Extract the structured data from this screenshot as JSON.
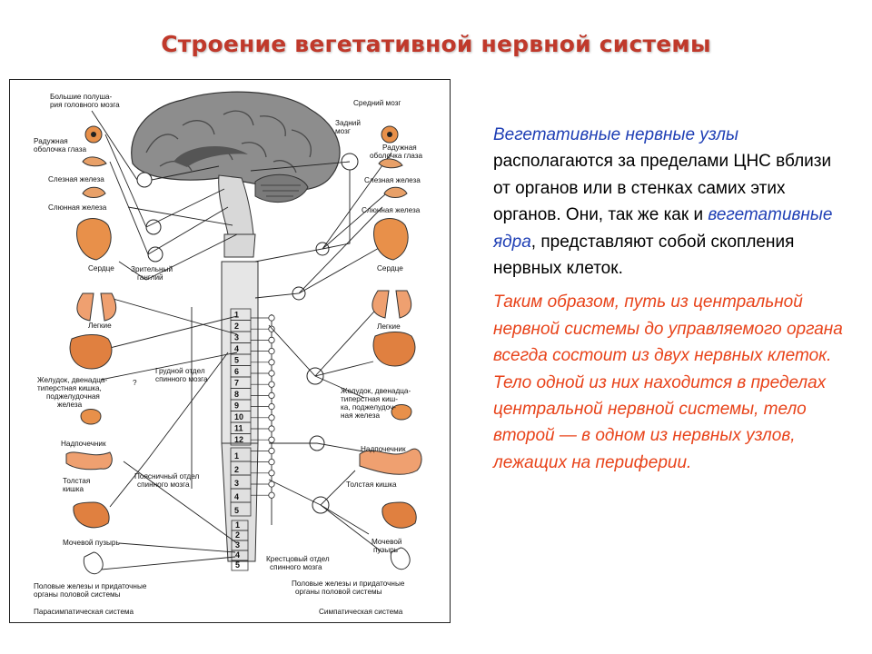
{
  "slide": {
    "title": "Строение вегетативной нервной системы"
  },
  "figure": {
    "left_labels": {
      "hemispheres": [
        "Большие полуша-",
        "рия головного мозга"
      ],
      "iris": [
        "Радужная",
        "оболочка глаза"
      ],
      "lacrimal": "Слезная железа",
      "salivary": "Слюнная железа",
      "heart": "Сердце",
      "optic_ganglion": [
        "Зрительный",
        "ганглий"
      ],
      "lungs": "Легкие",
      "stomach": [
        "Желудок, двенадца-",
        "типерстная кишка,",
        "поджелудочная",
        "железа"
      ],
      "adrenal": "Надпочечник",
      "colon": [
        "Толстая",
        "кишка"
      ],
      "bladder": "Мочевой пузырь",
      "genitals": [
        "Половые железы и придаточные",
        "органы половой системы"
      ],
      "system": "Парасимпатическая система"
    },
    "center_labels": {
      "midbrain": "Средний мозг",
      "hindbrain": [
        "Задний",
        "мозг"
      ],
      "thoracic": [
        "Грудной отдел",
        "спинного мозга"
      ],
      "lumbar": [
        "Поясничный отдел",
        "спинного мозга"
      ],
      "sacral": [
        "Крестцовый отдел",
        "спинного мозга"
      ],
      "question_mark": "?"
    },
    "right_labels": {
      "iris": [
        "Радужная",
        "оболочка глаза"
      ],
      "lacrimal": "Слезная железа",
      "salivary": "Слюнная железа",
      "heart": "Сердце",
      "lungs": "Легкие",
      "stomach": [
        "Желудок, двенадца-",
        "типерстная киш-",
        "ка, поджелудоч-",
        "ная железа"
      ],
      "adrenal": "Надпочечник",
      "colon": "Толстая кишка",
      "bladder": [
        "Мочевой",
        "пузырь"
      ],
      "genitals": [
        "Половые железы и придаточные",
        "органы половой системы"
      ],
      "system": "Симпатическая система"
    },
    "segments": {
      "thoracic": [
        "1",
        "2",
        "3",
        "4",
        "5",
        "6",
        "7",
        "8",
        "9",
        "10",
        "11",
        "12"
      ],
      "lumbar": [
        "1",
        "2",
        "3",
        "4",
        "5"
      ],
      "sacral": [
        "1",
        "2",
        "3",
        "4",
        "5"
      ]
    }
  },
  "text": {
    "p1_term": "Вегетативные нервные узлы",
    "p1_a": " располагаются за пределами ЦНС вблизи от органов или в стенках самих этих органов. Они, так же как и ",
    "p1_term2": "вегетативные ядра",
    "p1_b": ", представляют собой скопления нервных клеток.",
    "p2": "Таким образом, путь из центральной нервной системы до управляемого органа всегда состоит из двух нервных клеток. Тело одной из них находится в пределах центральной нервной системы, тело второй — в одном из нервных узлов, лежащих на периферии."
  },
  "colors": {
    "title": "#c0392b",
    "term": "#1f3fb5",
    "conclusion": "#e8431a",
    "organ": "#e8904a"
  }
}
